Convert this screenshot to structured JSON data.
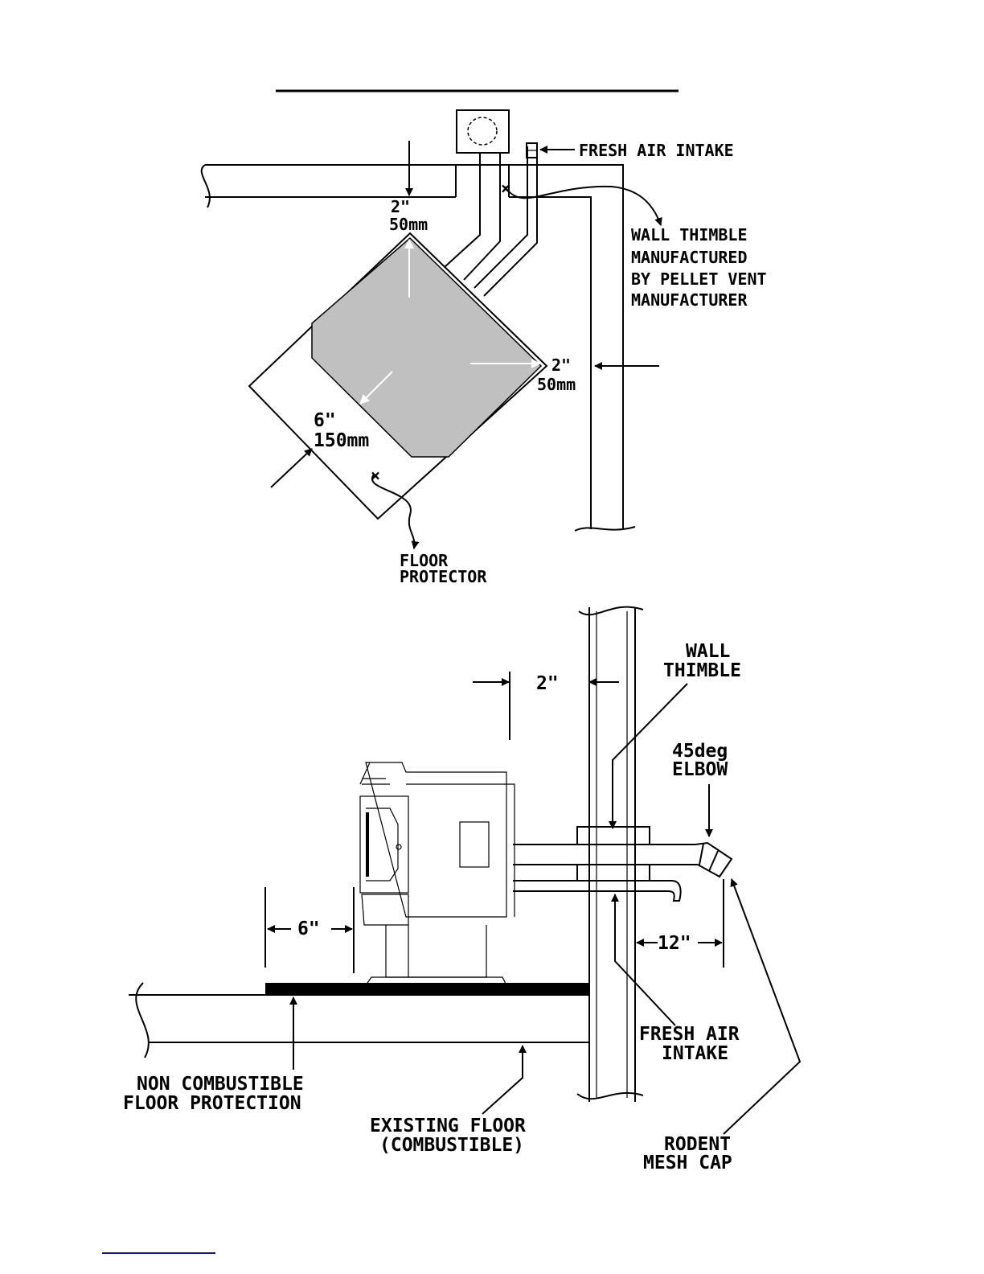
{
  "top_view": {
    "fresh_air_intake": "FRESH AIR INTAKE",
    "wall_thimble": [
      "WALL THIMBLE",
      "MANUFACTURED",
      "BY PELLET VENT",
      "MANUFACTURER"
    ],
    "rear_clearance": [
      "2\"",
      "50mm"
    ],
    "side_clearance": [
      "2\"",
      "50mm"
    ],
    "front_clearance": [
      "6\"",
      "150mm"
    ],
    "floor_protector": [
      "FLOOR",
      "PROTECTOR"
    ]
  },
  "side_view": {
    "wall_clearance": "2\"",
    "wall_thimble": [
      "WALL",
      "THIMBLE"
    ],
    "elbow": [
      "45deg",
      "ELBOW"
    ],
    "front_clearance": "6\"",
    "pipe_extension": "12\"",
    "fresh_air_intake": [
      "FRESH AIR",
      "INTAKE"
    ],
    "floor_protection": [
      "NON COMBUSTIBLE",
      "FLOOR PROTECTION"
    ],
    "existing_floor": [
      "EXISTING FLOOR",
      "(COMBUSTIBLE)"
    ],
    "rodent_cap": [
      "RODENT",
      "MESH CAP"
    ]
  },
  "colors": {
    "stove_fill": "#c0c0c0",
    "footer_rule": "#1a1a8c"
  }
}
